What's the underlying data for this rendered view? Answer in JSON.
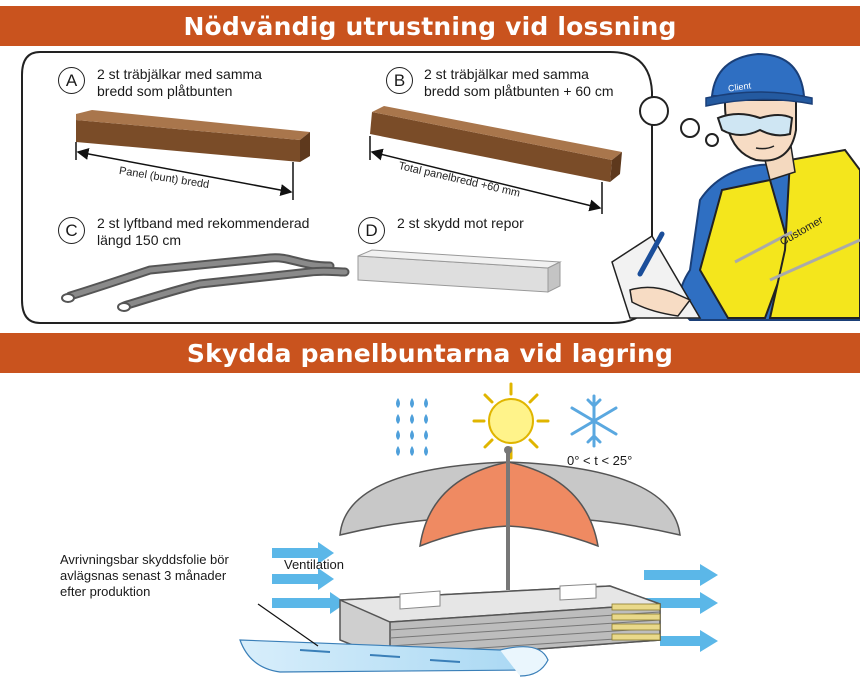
{
  "section1": {
    "title": "Nödvändig utrustning vid lossning",
    "items": [
      {
        "letter": "A",
        "text_line1": "2 st träbjälkar med samma",
        "text_line2": "bredd som plåtbunten",
        "dimension_label": "Panel (bunt) bredd"
      },
      {
        "letter": "B",
        "text_line1": "2 st träbjälkar med samma",
        "text_line2": "bredd som plåtbunten + 60 cm",
        "dimension_label": "Total panelbredd +60 mm"
      },
      {
        "letter": "C",
        "text_line1": "2 st lyftband med rekommenderad",
        "text_line2": "längd 150 cm"
      },
      {
        "letter": "D",
        "text_line1": "2 st skydd mot repor",
        "text_line2": ""
      }
    ],
    "helmet_label": "Client",
    "vest_label": "Customer"
  },
  "section2": {
    "title": "Skydda panelbuntarna vid lagring",
    "temperature": "0° < t < 25°",
    "ventilation_label": "Ventilation",
    "foil_note_line1": "Avrivningsbar skyddsfolie bör",
    "foil_note_line2": "avlägsnas senast 3 månader",
    "foil_note_line3": "efter produktion"
  },
  "colors": {
    "banner": "#c9531e",
    "wood": "#8a5a32",
    "umbrella_grey": "#c8c8c8",
    "umbrella_orange": "#ef8a62",
    "arrow_blue": "#5bb7e8",
    "vest_yellow": "#f4e61c",
    "uniform_blue": "#2f6fc2"
  }
}
